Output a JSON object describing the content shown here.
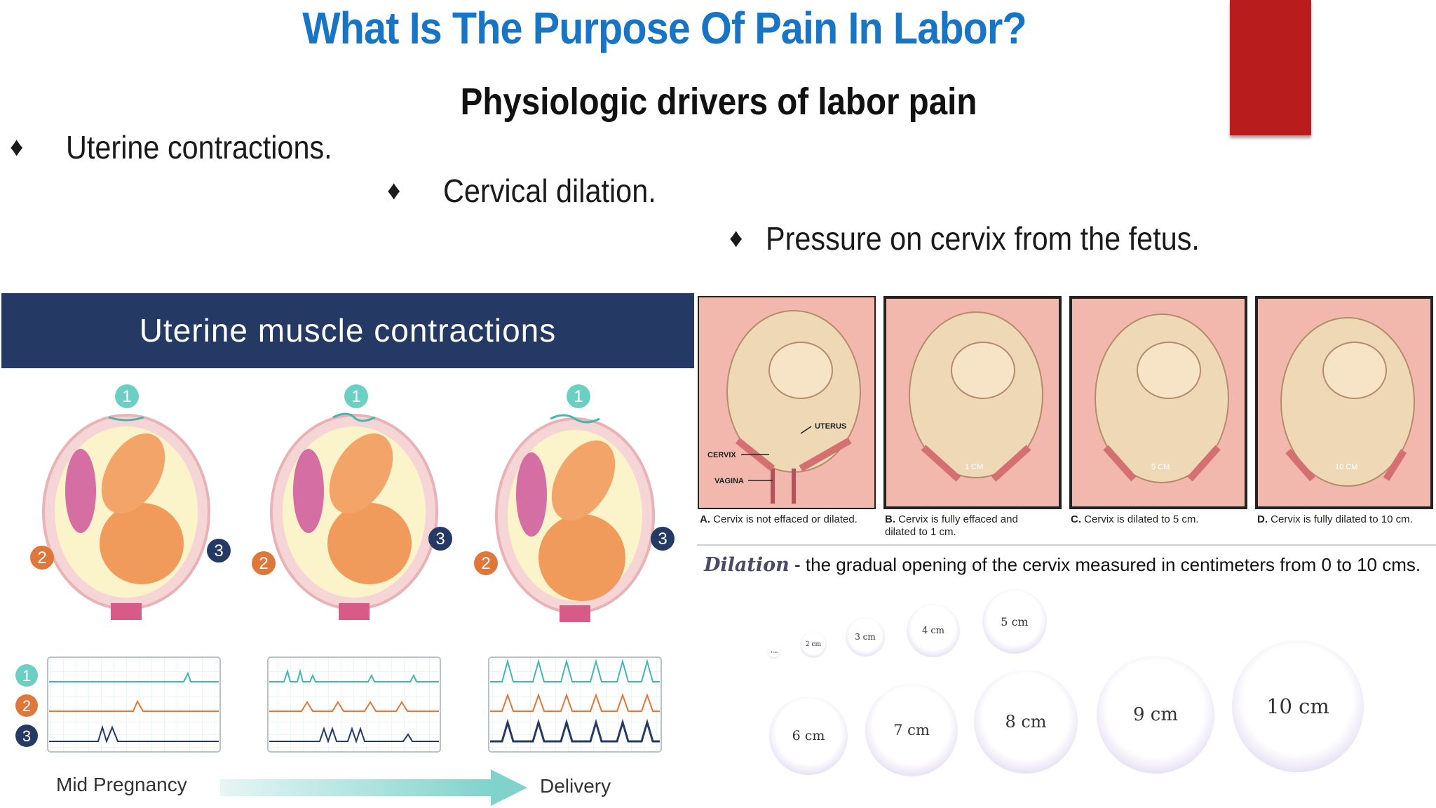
{
  "title": "What Is The Purpose Of Pain In Labor?",
  "subtitle": "Physiologic drivers of labor pain",
  "bullets": [
    {
      "symbol": "♦",
      "text": "Uterine contractions."
    },
    {
      "symbol": "♦",
      "text": "Cervical dilation."
    },
    {
      "symbol": "♦",
      "text": "Pressure on cervix from the fetus."
    }
  ],
  "left_figure": {
    "header": "Uterine muscle contractions",
    "markers": [
      "1",
      "2",
      "3"
    ],
    "timeline_start": "Mid Pregnancy",
    "timeline_end": "Delivery",
    "colors": {
      "marker1": "#6ccfc4",
      "marker2": "#e0773a",
      "marker3": "#243a64"
    }
  },
  "right_figure": {
    "labels": {
      "uterus": "UTERUS",
      "cervix": "CERVIX",
      "vagina": "VAGINA",
      "b_measure": "1 CM",
      "c_measure": "5 CM",
      "d_measure": "10 CM"
    },
    "captions": [
      {
        "letter": "A.",
        "text": "Cervix is not effaced or dilated."
      },
      {
        "letter": "B.",
        "text": "Cervix is fully effaced and dilated to 1 cm."
      },
      {
        "letter": "C.",
        "text": "Cervix is dilated to 5 cm."
      },
      {
        "letter": "D.",
        "text": "Cervix is fully dilated to 10 cm."
      }
    ],
    "dilation_term": "Dilation",
    "dilation_definition": " - the gradual opening of the cervix measured in  centimeters from 0 to 10 cms.",
    "circles": [
      "1 cm",
      "2 cm",
      "3 cm",
      "4 cm",
      "5 cm",
      "6 cm",
      "7 cm",
      "8 cm",
      "9 cm",
      "10 cm"
    ]
  }
}
